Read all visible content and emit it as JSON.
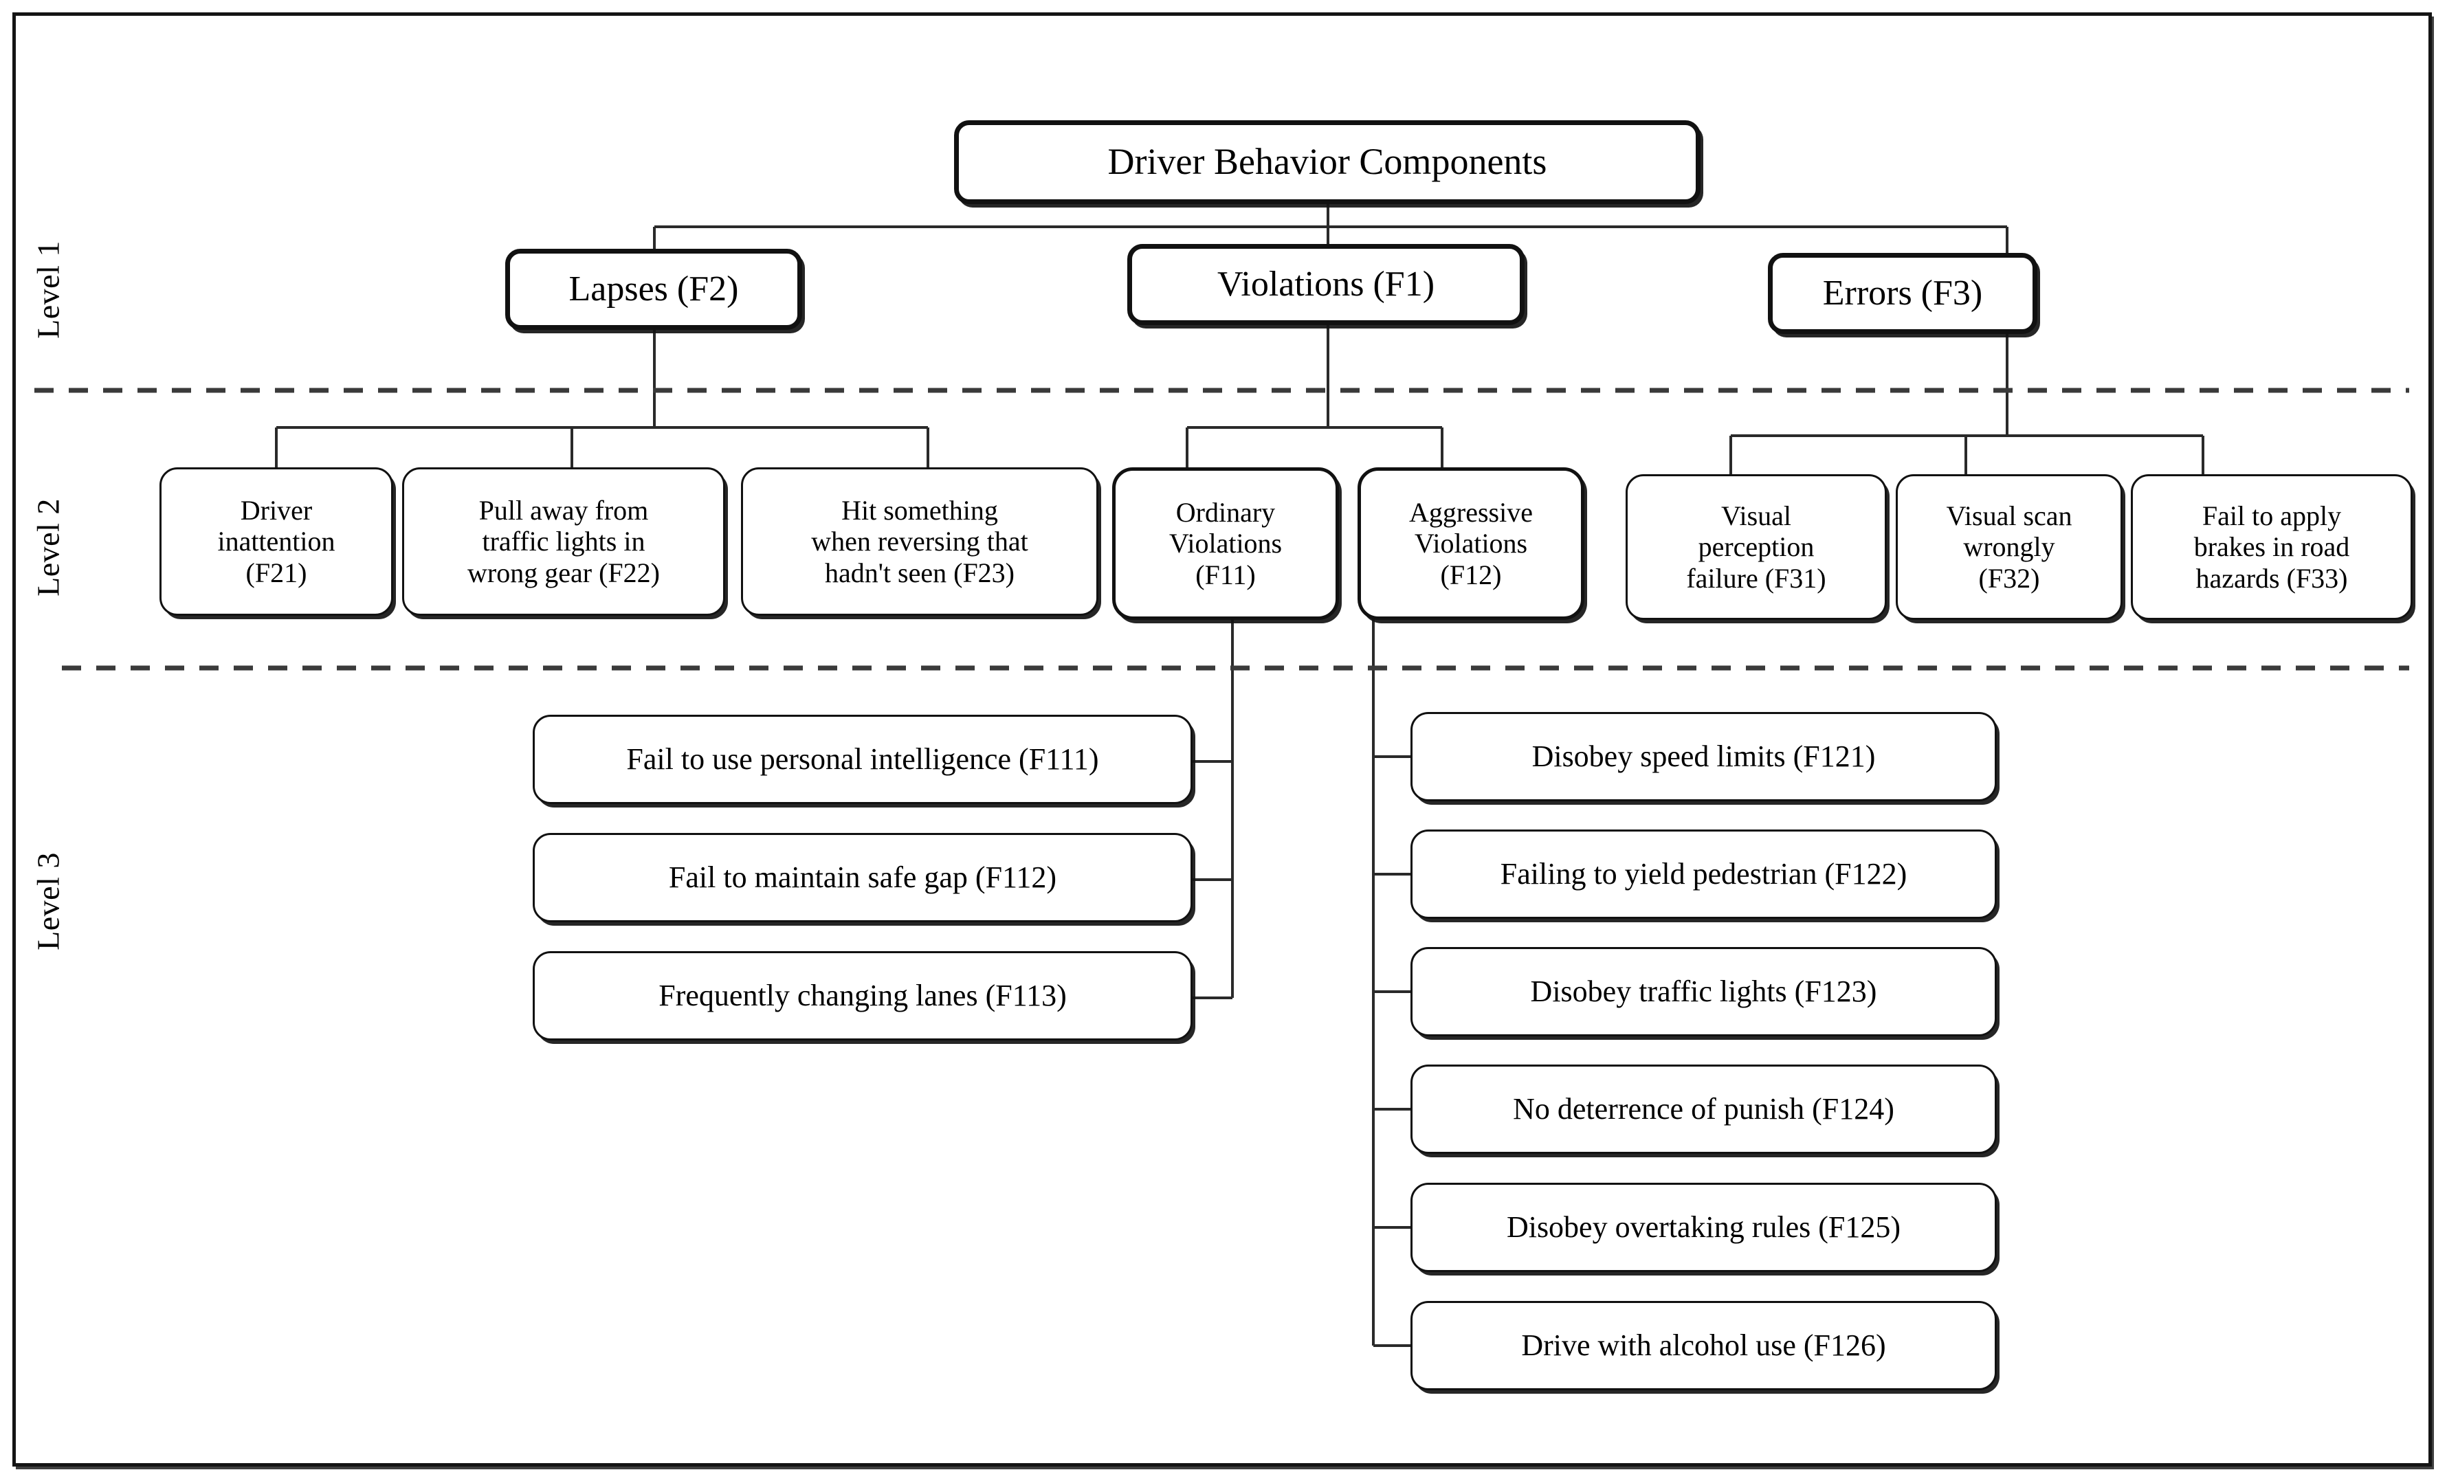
{
  "figure": {
    "type": "hierarchy-tree-diagram",
    "title_node": "Driver Behavior Components",
    "levels": [
      "Level 1",
      "Level 2",
      "Level 3"
    ]
  },
  "level_labels": {
    "l1": "Level 1",
    "l2": "Level 2",
    "l3": "Level 3"
  },
  "root": {
    "label": "Driver Behavior Components"
  },
  "level1": [
    {
      "id": "F2",
      "label": "Lapses (F2)"
    },
    {
      "id": "F1",
      "label": "Violations (F1)"
    },
    {
      "id": "F3",
      "label": "Errors (F3)"
    }
  ],
  "level2": {
    "lapses": [
      {
        "id": "F21",
        "label": "Driver\ninattention\n(F21)"
      },
      {
        "id": "F22",
        "label": "Pull away from\ntraffic lights in\nwrong gear (F22)"
      },
      {
        "id": "F23",
        "label": "Hit something\nwhen reversing that\nhadn't seen (F23)"
      }
    ],
    "violations": [
      {
        "id": "F11",
        "label": "Ordinary\nViolations\n(F11)"
      },
      {
        "id": "F12",
        "label": "Aggressive\nViolations\n(F12)"
      }
    ],
    "errors": [
      {
        "id": "F31",
        "label": "Visual\nperception\nfailure (F31)"
      },
      {
        "id": "F32",
        "label": "Visual scan\nwrongly\n(F32)"
      },
      {
        "id": "F33",
        "label": "Fail to apply\nbrakes in road\nhazards (F33)"
      }
    ]
  },
  "level3": {
    "ordinary_violations": [
      {
        "id": "F111",
        "label": "Fail to use personal intelligence (F111)"
      },
      {
        "id": "F112",
        "label": "Fail to maintain safe gap (F112)"
      },
      {
        "id": "F113",
        "label": "Frequently changing lanes (F113)"
      }
    ],
    "aggressive_violations": [
      {
        "id": "F121",
        "label": "Disobey speed limits (F121)"
      },
      {
        "id": "F122",
        "label": "Failing to yield pedestrian (F122)"
      },
      {
        "id": "F123",
        "label": "Disobey traffic lights (F123)"
      },
      {
        "id": "F124",
        "label": "No deterrence of punish (F124)"
      },
      {
        "id": "F125",
        "label": "Disobey overtaking rules (F125)"
      },
      {
        "id": "F126",
        "label": "Drive with alcohol use (F126)"
      }
    ]
  },
  "colors": {
    "stroke": "#111111",
    "background": "#ffffff",
    "connector": "#2a2a2a",
    "divider": "#3a3a3a"
  }
}
